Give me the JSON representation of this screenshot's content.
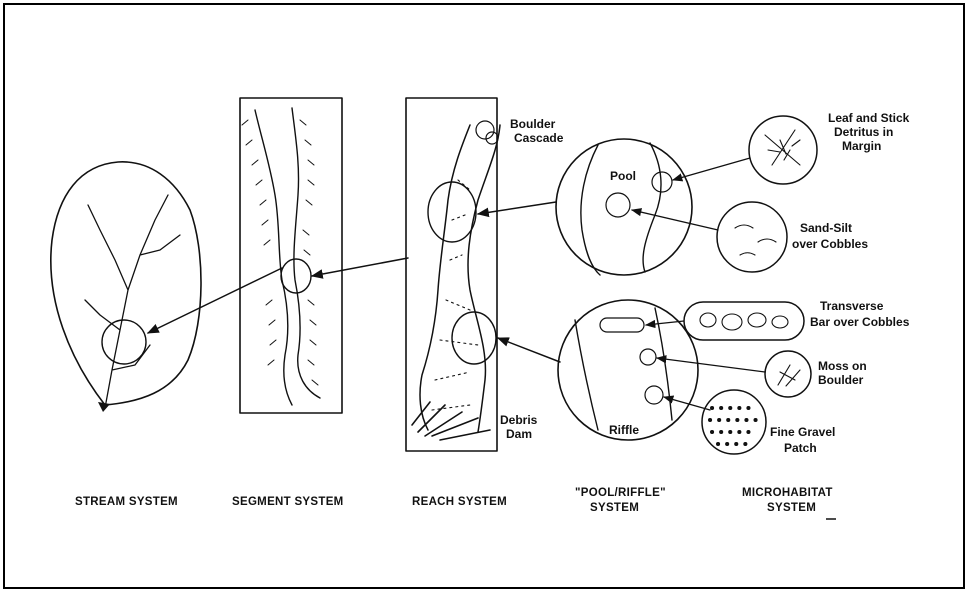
{
  "captions": {
    "stream": "STREAM SYSTEM",
    "segment": "SEGMENT SYSTEM",
    "reach": "REACH SYSTEM",
    "pool_riffle_1": "\"POOL/RIFFLE\"",
    "pool_riffle_2": "SYSTEM",
    "micro_1": "MICROHABITAT",
    "micro_2": "SYSTEM"
  },
  "labels": {
    "boulder_1": "Boulder",
    "boulder_2": "Cascade",
    "debris_1": "Debris",
    "debris_2": "Dam",
    "pool": "Pool",
    "riffle": "Riffle",
    "leaf_1": "Leaf and Stick",
    "leaf_2": "Detritus in",
    "leaf_3": "Margin",
    "sand_1": "Sand-Silt",
    "sand_2": "over Cobbles",
    "bar_1": "Transverse",
    "bar_2": "Bar over Cobbles",
    "moss_1": "Moss on",
    "moss_2": "Boulder",
    "gravel_1": "Fine Gravel",
    "gravel_2": "Patch"
  }
}
